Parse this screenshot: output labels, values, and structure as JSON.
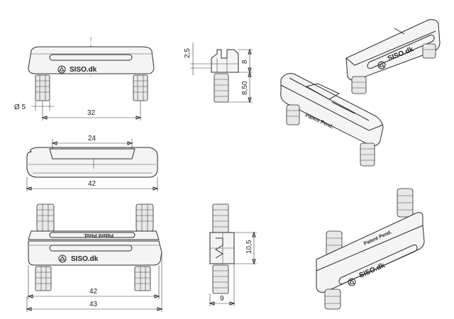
{
  "labels": {
    "brand": "SISO.dk",
    "patent": "Patent Pend."
  },
  "dimensions": {
    "dia_5": "Ø 5",
    "w_32": "32",
    "w_24": "24",
    "w_42_mid": "42",
    "w_42_bot": "42",
    "w_43": "43",
    "h_2_5": "2,5",
    "h_8": "8",
    "h_8_50": "8,50",
    "h_10_5": "10,5",
    "w_9": "9"
  }
}
